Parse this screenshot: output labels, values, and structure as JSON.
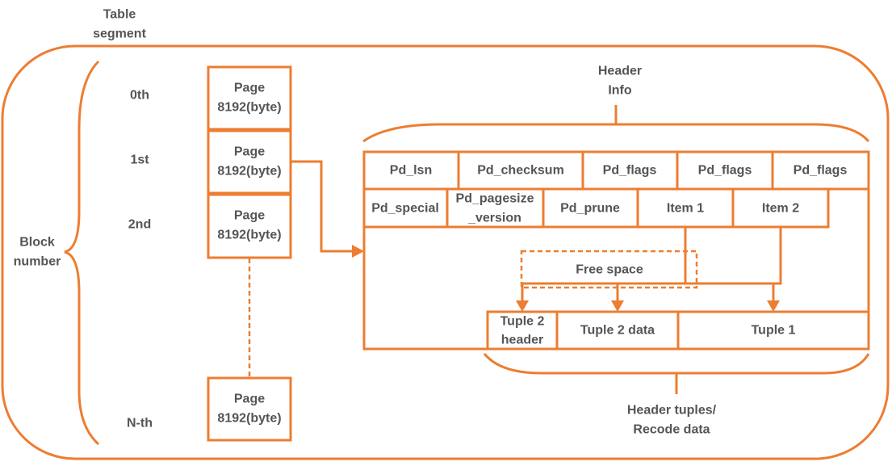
{
  "colors": {
    "accent": "#ED7D31",
    "text": "#555555",
    "background": "#ffffff"
  },
  "table_segment": {
    "line1": "Table",
    "line2": "segment"
  },
  "block_number": {
    "line1": "Block",
    "line2": "number"
  },
  "blocks": [
    {
      "label": "0th",
      "page_line1": "Page",
      "page_line2": "8192(byte)"
    },
    {
      "label": "1st",
      "page_line1": "Page",
      "page_line2": "8192(byte)"
    },
    {
      "label": "2nd",
      "page_line1": "Page",
      "page_line2": "8192(byte)"
    },
    {
      "label": "N-th",
      "page_line1": "Page",
      "page_line2": "8192(byte)"
    }
  ],
  "header_info": {
    "line1": "Header",
    "line2": "Info"
  },
  "header_row1": [
    "Pd_lsn",
    "Pd_checksum",
    "Pd_flags",
    "Pd_flags",
    "Pd_flags"
  ],
  "header_row2": {
    "special": "Pd_special",
    "pagesize_line1": "Pd_pagesize",
    "pagesize_line2": "_version",
    "prune": "Pd_prune",
    "item1": "Item 1",
    "item2": "Item 2"
  },
  "free_space": "Free space",
  "tuples": {
    "tuple2_header_line1": "Tuple 2",
    "tuple2_header_line2": "header",
    "tuple2_data": "Tuple 2 data",
    "tuple1": "Tuple 1"
  },
  "header_tuples": {
    "line1": "Header tuples/",
    "line2": "Recode data"
  }
}
